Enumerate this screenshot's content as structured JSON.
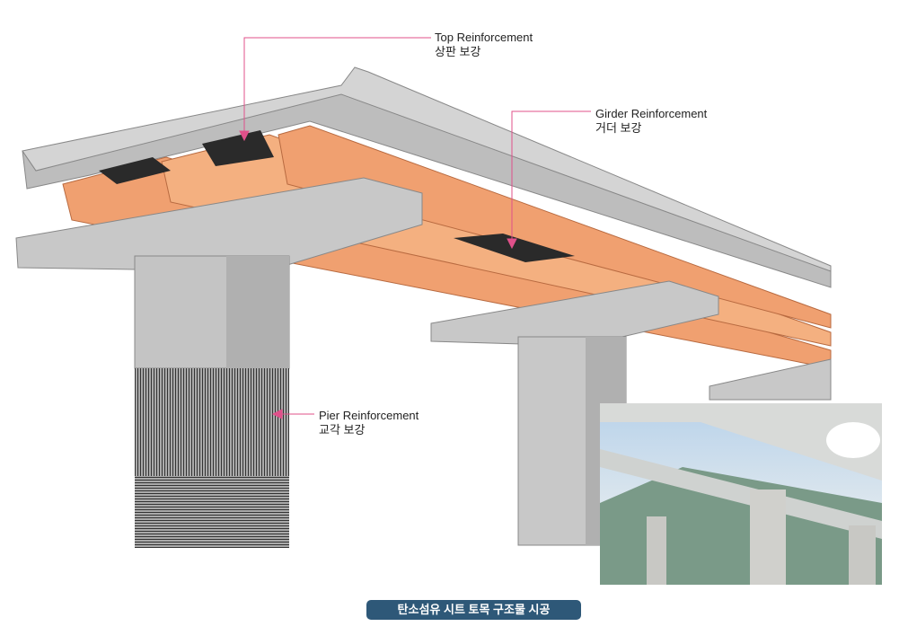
{
  "labels": {
    "top": {
      "en": "Top Reinforcement",
      "ko": "상판 보강"
    },
    "girder": {
      "en": "Girder Reinforcement",
      "ko": "거더 보강"
    },
    "pier": {
      "en": "Pier Reinforcement",
      "ko": "교각 보강"
    }
  },
  "caption": "탄소섬유 시트 토목 구조물 시공",
  "colors": {
    "concrete": "#c8c8c8",
    "girder": "#f0a070",
    "carbon": "#2a2a2a",
    "leader": "#e0508a",
    "caption_bg": "#2e5878"
  }
}
